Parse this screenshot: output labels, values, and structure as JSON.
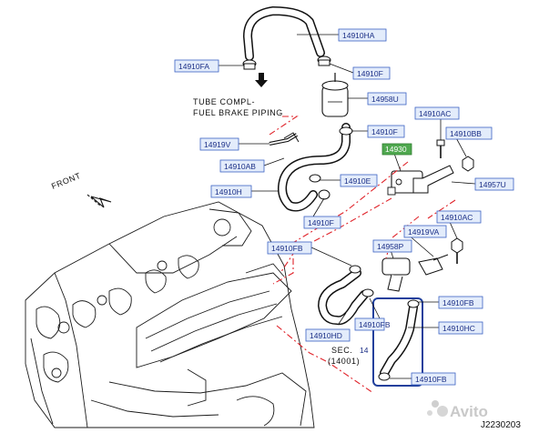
{
  "labels": {
    "l1": "14910HA",
    "l2": "14910FA",
    "l3": "14910F",
    "l4": "14958U",
    "l5": "14910F",
    "l6": "14910AC",
    "l7": "14919V",
    "l8": "14930",
    "l9": "14910BB",
    "l10": "14910AB",
    "l11": "14910E",
    "l12": "14957U",
    "l13": "14910H",
    "l14": "14910F",
    "l15": "14910AC",
    "l16": "14910FB",
    "l17": "14919VA",
    "l18": "14958P",
    "l19": "14910FB",
    "l20": "14910HC",
    "l21": "14910HD",
    "l22": "14910FB",
    "l23": "14910FB"
  },
  "notes": {
    "tube_line1": "TUBE COMPL-",
    "tube_line2": "FUEL BRAKE PIPING",
    "front": "FRONT",
    "sec_line1": "SEC.",
    "sec_ref": "14",
    "sec_line2": "(14001)"
  },
  "diagram_code": "J2230203",
  "watermark": "Avito",
  "colors": {
    "highlight_box": "#1f3f9c",
    "red_dashed_leader": "#e0242b",
    "label_fill": "#e3ecfb",
    "label_border": "#3b62c4",
    "green_label": "#4fa84f"
  }
}
